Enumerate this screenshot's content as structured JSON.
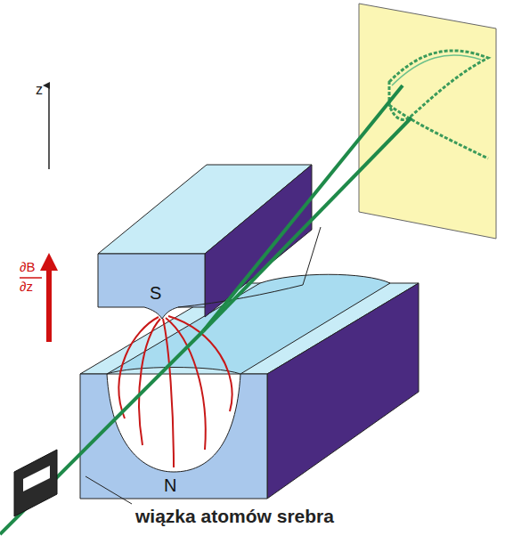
{
  "diagram": {
    "labels": [
      "z",
      "∂B",
      "∂z",
      "S",
      "N",
      "wiązka atomów srebra"
    ]
  }
}
